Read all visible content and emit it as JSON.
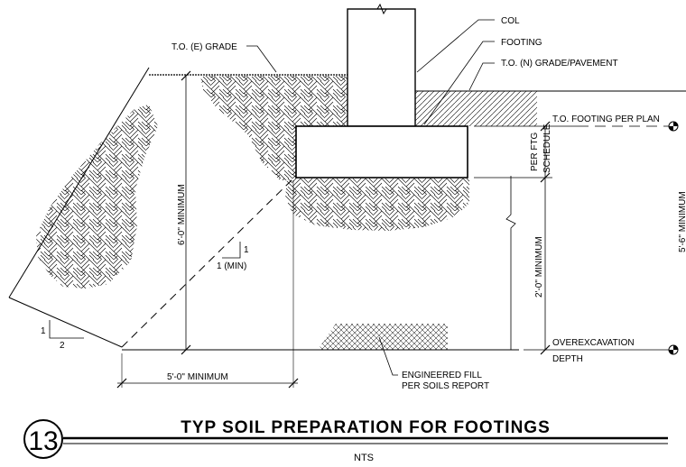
{
  "detail_number": "13",
  "title": "TYP SOIL PREPARATION FOR FOOTINGS",
  "scale_note": "NTS",
  "labels": {
    "col": "COL",
    "footing": "FOOTING",
    "to_n_grade": "T.O. (N) GRADE/PAVEMENT",
    "to_e_grade": "T.O. (E) GRADE",
    "to_footing": "T.O. FOOTING PER PLAN",
    "per_ftg": "PER FTG",
    "schedule": "SCHEDULE",
    "six_foot_min": "6'-0\" MINIMUM",
    "two_foot_min": "2'-0\" MINIMUM",
    "five_foot_min": "5'-0\" MINIMUM",
    "five_six_min": "5'-6\" MINIMUM",
    "slope_rise": "1",
    "slope_run": "1 (MIN)",
    "cut_rise": "1",
    "cut_run": "2",
    "overexcavation": "OVEREXCAVATION",
    "depth": "DEPTH",
    "engineered_fill": "ENGINEERED FILL",
    "per_soils_report": "PER SOILS REPORT"
  }
}
